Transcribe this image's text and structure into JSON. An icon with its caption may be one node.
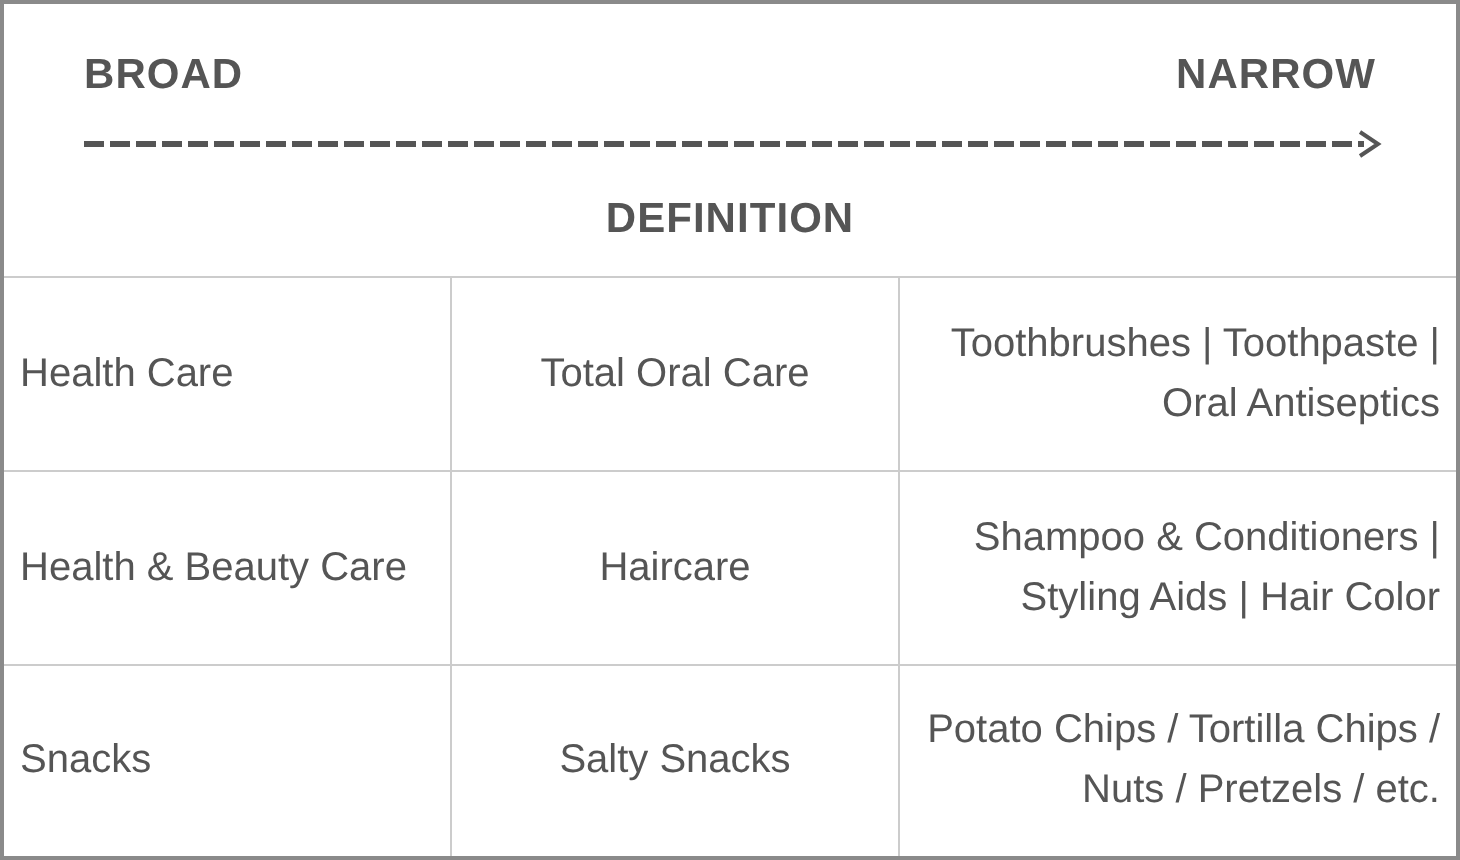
{
  "diagram": {
    "labels": [
      "BROAD",
      "NARROW",
      "DEFINITION",
      "Health Care",
      "Total Oral Care",
      "Toothbrushes | Toothpaste | Oral Antiseptics",
      "Health & Beauty Care",
      "Haircare",
      "Shampoo & Conditioners | Styling Aids | Hair Color",
      "Snacks",
      "Salty Snacks",
      "Potato Chips / Tortilla Chips / Nuts / Pretzels / etc."
    ]
  }
}
